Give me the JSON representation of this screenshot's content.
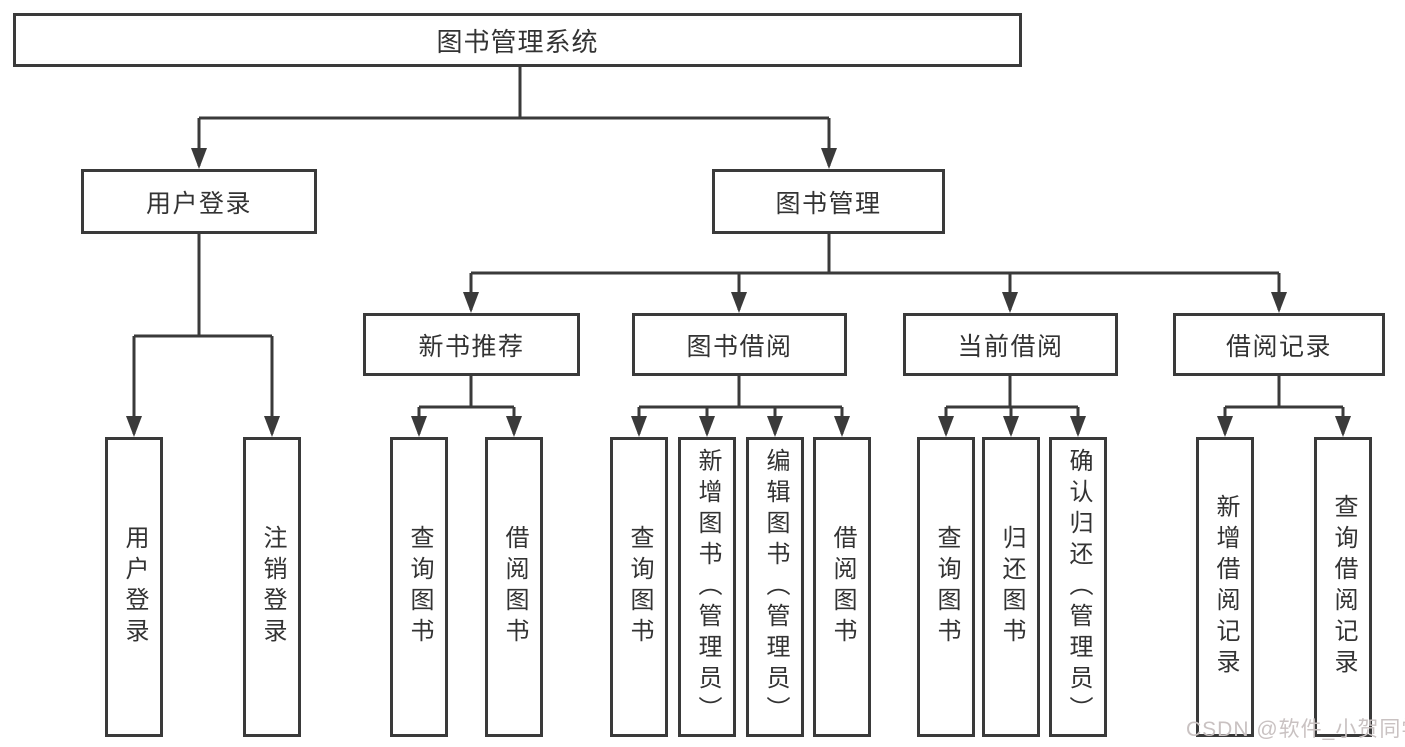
{
  "title": {
    "label": "图书管理系统"
  },
  "level1": [
    {
      "label": "用户登录"
    },
    {
      "label": "图书管理"
    }
  ],
  "level2": [
    {
      "label": "新书推荐"
    },
    {
      "label": "图书借阅"
    },
    {
      "label": "当前借阅"
    },
    {
      "label": "借阅记录"
    }
  ],
  "leaves": {
    "user_login": [
      {
        "label": "用户登录"
      },
      {
        "label": "注销登录"
      }
    ],
    "new_book": [
      {
        "label": "查询图书"
      },
      {
        "label": "借阅图书"
      }
    ],
    "book_borrow": [
      {
        "label": "查询图书"
      },
      {
        "label": "新增图书（管理员）"
      },
      {
        "label": "编辑图书（管理员）"
      },
      {
        "label": "借阅图书"
      }
    ],
    "current_borrow": [
      {
        "label": "查询图书"
      },
      {
        "label": "归还图书"
      },
      {
        "label": "确认归还（管理员）"
      }
    ],
    "borrow_record": [
      {
        "label": "新增借阅记录"
      },
      {
        "label": "查询借阅记录"
      }
    ]
  },
  "watermark": {
    "label": "CSDN @软件_小贺同学"
  },
  "colors": {
    "line": "#3a3a3a",
    "text": "#333333",
    "background": "#ffffff",
    "watermark": "#c9c2c2"
  }
}
